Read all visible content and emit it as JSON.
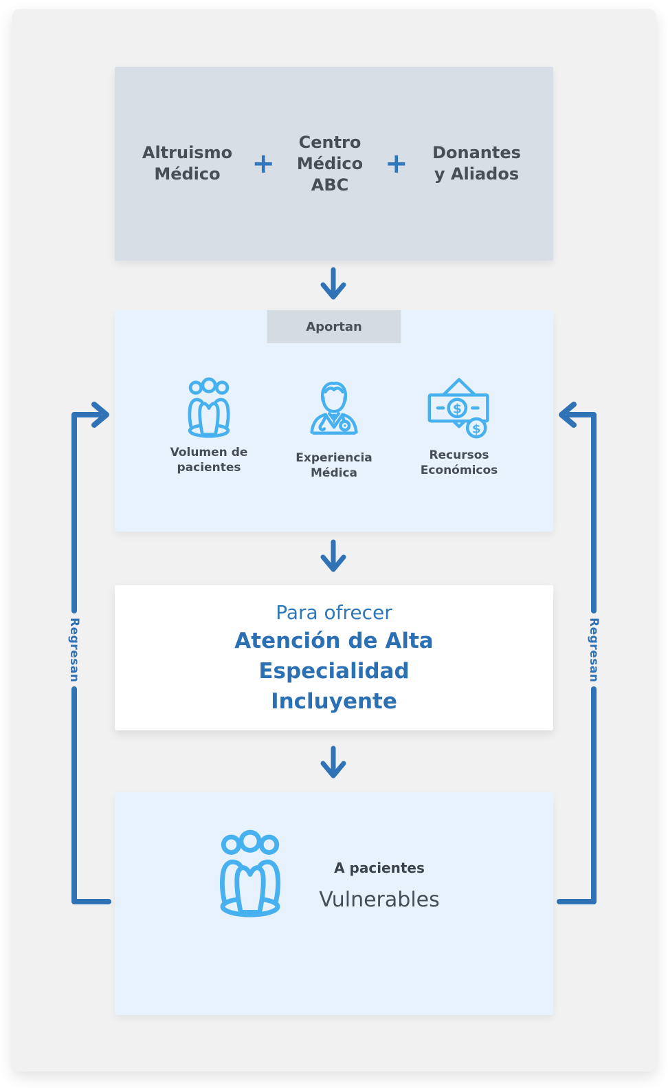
{
  "diagram": {
    "top_box": {
      "left": "Altruismo Médico",
      "center": "Centro Médico ABC",
      "right": "Donantes y Aliados",
      "plus": "+"
    },
    "aportan_box": {
      "tab": "Aportan",
      "items": [
        {
          "icon": "patients-group-icon",
          "label": "Volumen de pacientes"
        },
        {
          "icon": "doctor-icon",
          "label": "Experiencia Médica"
        },
        {
          "icon": "money-icon",
          "label": "Recursos Económicos"
        }
      ]
    },
    "offer_box": {
      "intro": "Para ofrecer",
      "line1": "Atención de Alta",
      "line2": "Especialidad",
      "line3": "Incluyente"
    },
    "patients_box": {
      "label_top": "A pacientes",
      "label_main": "Vulnerables"
    },
    "return_left": "Regresan",
    "return_right": "Regresan"
  },
  "colors": {
    "container_bg": "#f1f1f2",
    "top_box_bg": "#d7dee5",
    "tab_bg": "#d4dbe1",
    "light_blue_box_bg": "#e7f2fd",
    "offer_box_bg": "#ffffff",
    "icon_blue": "#47b1f0",
    "arrow_blue": "#2f73b6",
    "heading_blue": "#2e77b8",
    "dark_text": "#474d55"
  }
}
